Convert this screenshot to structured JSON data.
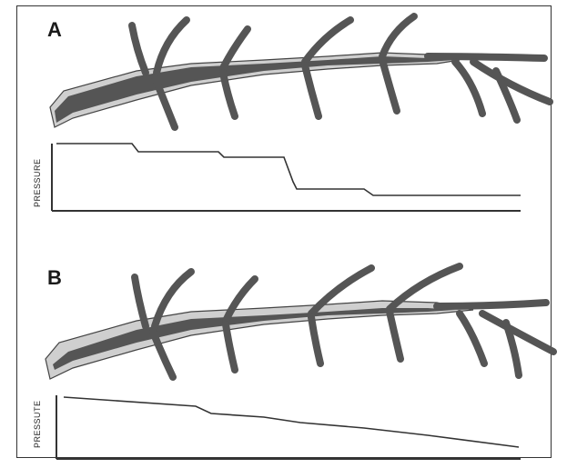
{
  "panels": [
    {
      "id": "A",
      "letter": "A",
      "ylabel": "PRESSURE",
      "note": "stepwise pressure drop"
    },
    {
      "id": "B",
      "letter": "B",
      "ylabel": "PRESSUTE",
      "note": "gradual linear pressure drop"
    }
  ],
  "colors": {
    "vessel": "#555555",
    "sheath": "#cfcfcf",
    "outline": "#444444",
    "line": "#333333"
  }
}
